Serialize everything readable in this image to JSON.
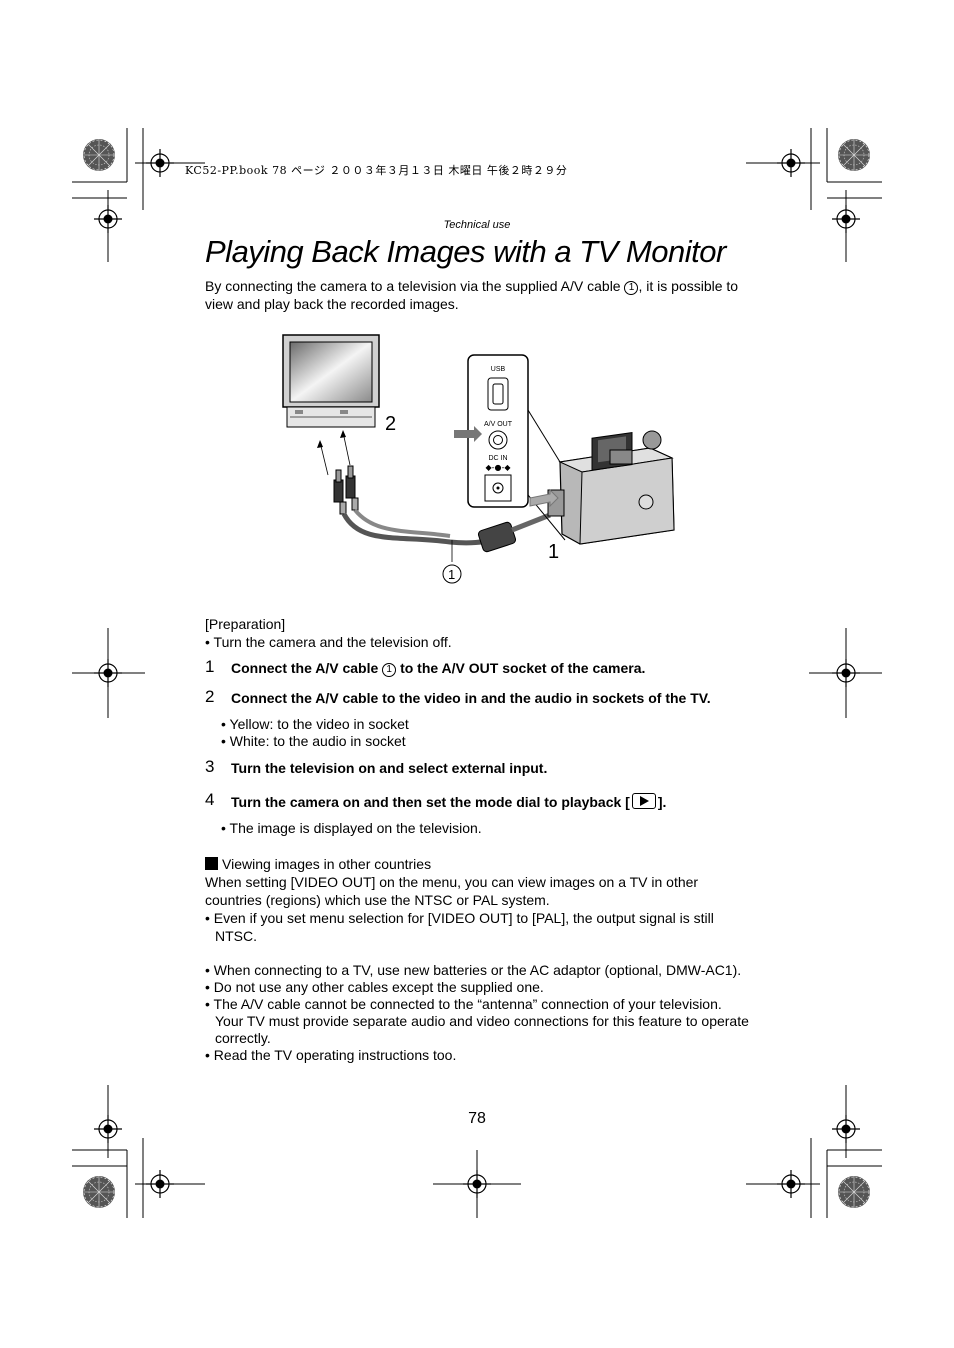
{
  "print_header": "KC52-PP.book  78 ページ  ２００３年３月１３日  木曜日  午後２時２９分",
  "section_label": "Technical use",
  "title": "Playing Back Images with a TV Monitor",
  "intro": {
    "part1": "By connecting the camera to a television via the supplied A/V cable ",
    "circle": "1",
    "part2": ", it is possible to view and play back the recorded images."
  },
  "figure": {
    "usb_label": "USB",
    "av_out_label": "A/V OUT",
    "dc_in_label": "DC IN",
    "callout_1": "1",
    "callout_2": "2",
    "callout_circle": "1"
  },
  "preparation": {
    "label": "[Preparation]",
    "bullet": "• Turn the camera and the television off."
  },
  "steps": [
    {
      "num": "1",
      "text_a": "Connect the A/V cable ",
      "circle": "1",
      "text_b": " to the A/V OUT socket of the camera."
    },
    {
      "num": "2",
      "text": "Connect the A/V cable to the video in and the audio in sockets of the TV."
    },
    {
      "num": "3",
      "text": "Turn the television on and select external input."
    },
    {
      "num": "4",
      "text_a": "Turn the camera on and then set the mode dial to playback [",
      "text_b": "]."
    }
  ],
  "step2_bullets": [
    "• Yellow: to the video in socket",
    "• White: to the audio in socket"
  ],
  "step4_bullet": "• The image is displayed on the television.",
  "countries": {
    "heading": "Viewing images in other countries",
    "para": "When setting [VIDEO OUT] on the menu, you can view images on a TV in other countries (regions) which use the NTSC or PAL system.",
    "bullet": "• Even if you set menu selection for [VIDEO OUT] to [PAL], the output signal is still NTSC."
  },
  "notes": [
    "• When connecting to a TV, use new batteries or the AC adaptor (optional, DMW-AC1).",
    "• Do not use any other cables except the supplied one.",
    "• The A/V cable cannot be connected to the “antenna” connection of your television. Your TV must provide separate audio and video connections for this feature to operate correctly.",
    "• Read the TV operating instructions too."
  ],
  "page_number": "78"
}
